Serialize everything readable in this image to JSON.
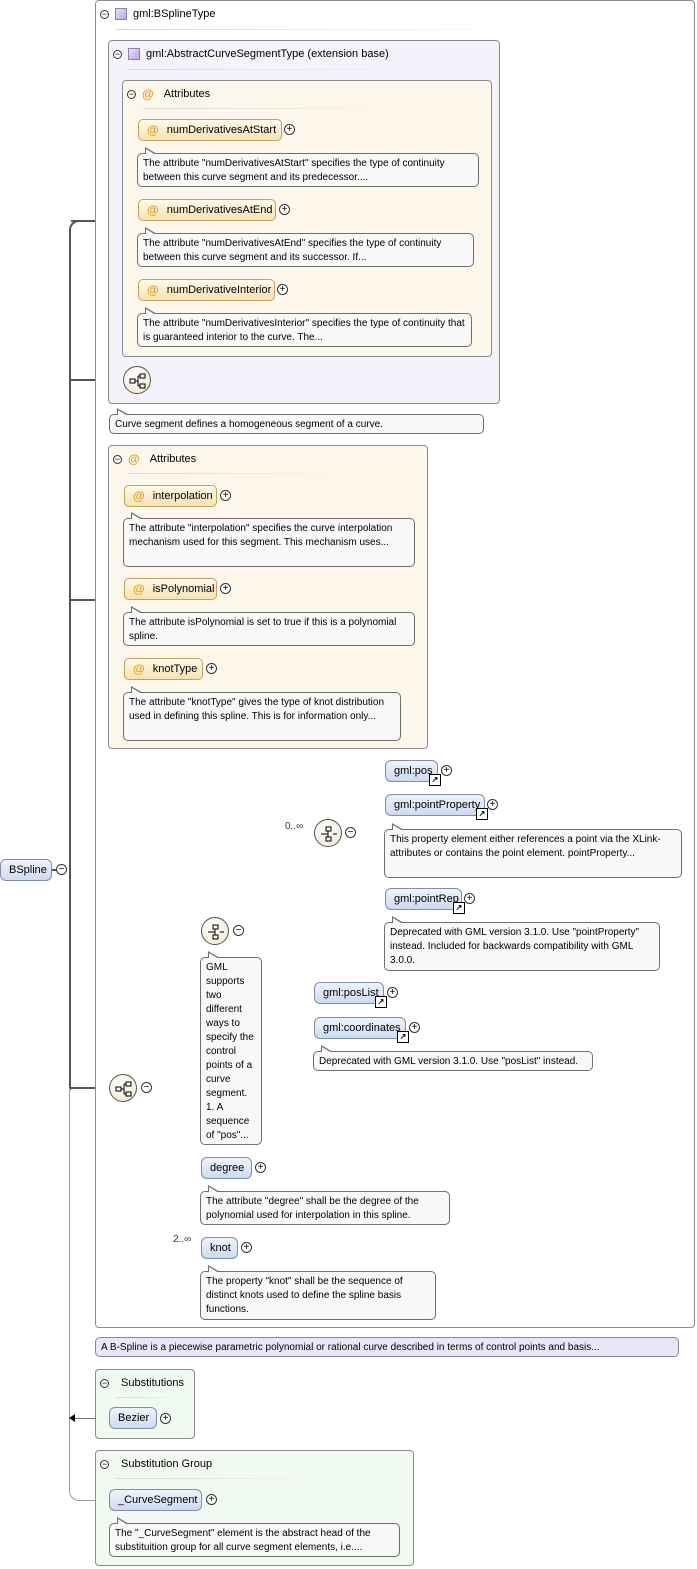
{
  "root_element": "BSpline",
  "complex_type": {
    "title": "gml:BSplineType",
    "base": {
      "title": "gml:AbstractCurveSegmentType (extension base)",
      "attributes": {
        "title": "Attributes",
        "items": [
          {
            "name": "numDerivativesAtStart",
            "doc": "The attribute \"numDerivativesAtStart\" specifies the type of continuity between this curve segment and its predecessor...."
          },
          {
            "name": "numDerivativesAtEnd",
            "doc": "The attribute \"numDerivativesAtEnd\" specifies the type of continuity between this curve segment and its successor. If..."
          },
          {
            "name": "numDerivativeInterior",
            "doc": "The attribute \"numDerivativesInterior\" specifies the type of continuity that is guaranteed interior to the curve. The..."
          }
        ]
      },
      "doc": "Curve segment defines a homogeneous segment of a curve."
    },
    "attributes": {
      "title": "Attributes",
      "items": [
        {
          "name": "interpolation",
          "doc": "The attribute \"interpolation\" specifies the curve interpolation mechanism used for this segment. This mechanism uses..."
        },
        {
          "name": "isPolynomial",
          "doc": "The attribute isPolynomial is set to true if this is a polynomial spline."
        },
        {
          "name": "knotType",
          "doc": "The attribute \"knotType\" gives the type of knot distribution used in defining this spline. This is for information only..."
        }
      ]
    },
    "choice": {
      "doc": "GML supports two different ways to specify the control points of a curve segment. 1. A sequence of \"pos\"...",
      "inner_occurrence": "0..∞",
      "inner_elements": [
        {
          "name": "gml:pos"
        },
        {
          "name": "gml:pointProperty",
          "doc": "This property element either references a point via the XLink-attributes or contains the point element. pointProperty..."
        },
        {
          "name": "gml:pointRep",
          "doc": "Deprecated with GML version 3.1.0. Use \"pointProperty\" instead. Included for backwards compatibility with GML 3.0.0."
        }
      ],
      "elements": [
        {
          "name": "gml:posList"
        },
        {
          "name": "gml:coordinates",
          "doc": "Deprecated with GML version 3.1.0. Use \"posList\" instead."
        }
      ]
    },
    "degree": {
      "name": "degree",
      "doc": "The attribute \"degree\" shall be the degree of the polynomial used for interpolation in this spline."
    },
    "knot": {
      "name": "knot",
      "occurrence": "2..∞",
      "doc": "The property \"knot\" shall be the sequence of distinct knots used to define the spline basis functions."
    }
  },
  "element_doc": "A B-Spline is a piecewise parametric polynomial or rational curve described in terms of control points and basis...",
  "substitutions": {
    "title": "Substitutions",
    "items": [
      "Bezier"
    ]
  },
  "substitution_group": {
    "title": "Substitution Group",
    "head": "_CurveSegment",
    "doc": "The \"_CurveSegment\" element is the abstract head of the substituition group for all curve segment elements, i.e...."
  },
  "icons": {
    "collapse": "minus-circle-icon",
    "expand": "plus-circle-icon",
    "type": "complex-type-icon",
    "attribute": "at-sign-icon",
    "sequence": "sequence-compositor-icon",
    "choice": "choice-compositor-icon",
    "reference": "reference-arrow-icon"
  },
  "colors": {
    "element_fill": "#cddbef",
    "attribute_fill": "#f6e2b3",
    "attribute_group_bg": "#fdf6ea",
    "base_type_bg": "#f4f2fa",
    "substitution_bg": "#f0faf0"
  }
}
